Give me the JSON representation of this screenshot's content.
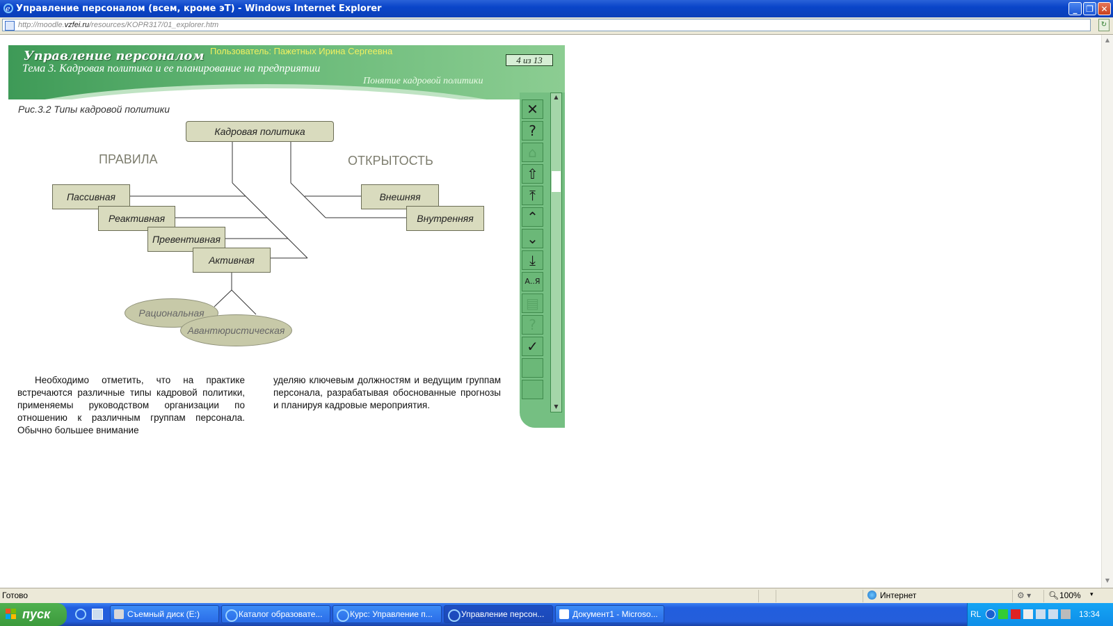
{
  "window": {
    "title": "Управление персоналом (всем, кроме эТ) - Windows Internet Explorer",
    "controls": {
      "minimize": "_",
      "restore": "❐",
      "close": "✕"
    }
  },
  "address": {
    "url_prefix": "http://moodle.",
    "url_domain": "vzfei.ru",
    "url_path": "/resources/KOPR317/01_explorer.htm"
  },
  "course": {
    "title": "Управление персоналом",
    "user": "Пользователь: Пажетных Ирина Сергеевна",
    "page_counter": "4 из 13",
    "topic": "Тема 3. Кадровая политика и ее планирование на предприятии",
    "section": "Понятие кадровой политики"
  },
  "figure": {
    "caption": "Рис.3.2 Типы кадровой политики",
    "root": "Кадровая политика",
    "category_left": "ПРАВИЛА",
    "category_right": "ОТКРЫТОСТЬ",
    "rules": [
      "Пассивная",
      "Реактивная",
      "Превентивная",
      "Активная"
    ],
    "openness": [
      "Внешняя",
      "Внутренняя"
    ],
    "active_types": [
      "Рациональная",
      "Авантюристическая"
    ]
  },
  "body": {
    "col1": "Необходимо отметить, что на практике встречаются различные типы кадровой политики, применяемы руководством организации по отношению к различным группам персонала. Обычно большее внимание",
    "col2": "уделяю ключевым должностям и ведущим группам персонала, разрабатывая обоснованные прогнозы и планируя кадровые мероприятия."
  },
  "toolbar": {
    "buttons": [
      {
        "name": "close",
        "glyph": "✕"
      },
      {
        "name": "help",
        "glyph": "?"
      },
      {
        "name": "home",
        "glyph": "⌂"
      },
      {
        "name": "up",
        "glyph": "⇧"
      },
      {
        "name": "first",
        "glyph": "⤒"
      },
      {
        "name": "prev",
        "glyph": "⌃"
      },
      {
        "name": "next",
        "glyph": "⌄"
      },
      {
        "name": "last",
        "glyph": "⤓"
      },
      {
        "name": "glossary",
        "glyph": "А..Я"
      },
      {
        "name": "notes",
        "glyph": "▤"
      },
      {
        "name": "quiz",
        "glyph": "?"
      },
      {
        "name": "check",
        "glyph": "✓"
      },
      {
        "name": "blank1",
        "glyph": ""
      },
      {
        "name": "blank2",
        "glyph": ""
      }
    ]
  },
  "statusbar": {
    "status": "Готово",
    "zone": "Интернет",
    "zoom": "100%"
  },
  "taskbar": {
    "start": "пуск",
    "tasks": [
      "Съемный диск (E:)",
      "Каталог образовате...",
      "Курс: Управление п...",
      "Управление персон...",
      "Документ1 - Microso..."
    ],
    "lang": "RL",
    "clock": "13:34"
  },
  "colors": {
    "header_green": "#66b876",
    "box_fill": "#d9dbbe",
    "xp_blue": "#245edb"
  }
}
